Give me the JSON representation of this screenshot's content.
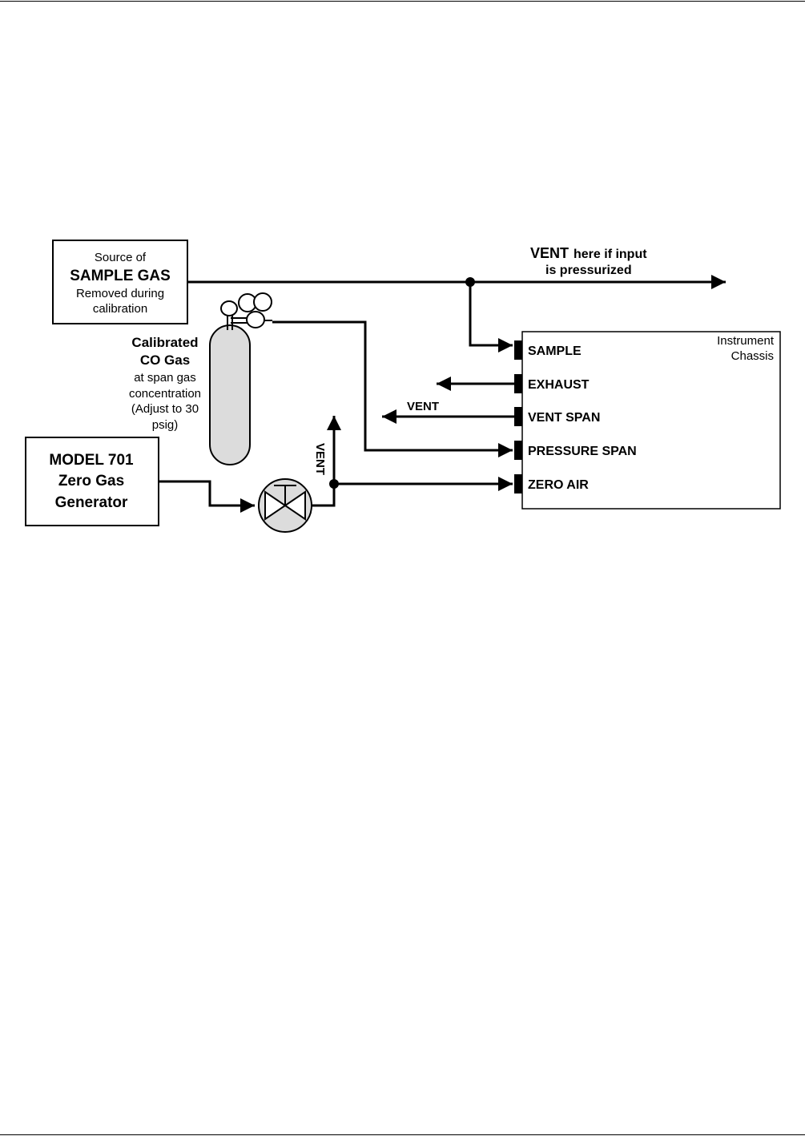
{
  "sample_gas_box": {
    "line1": "Source of",
    "line2": "SAMPLE GAS",
    "line3": "Removed during",
    "line4": "calibration"
  },
  "vent_note": {
    "vent": "VENT",
    "rest1": "here if input",
    "rest2": "is pressurized"
  },
  "cylinder_label": {
    "line1": "Calibrated",
    "line2": "CO Gas",
    "line3": "at span gas",
    "line4": "concentration",
    "line5": "(Adjust to 30",
    "line6": "psig)"
  },
  "zero_gas_box": {
    "line1": "MODEL 701",
    "line2": "Zero Gas",
    "line3": "Generator"
  },
  "valve_vent_label": "VENT",
  "vent_span_arrow_label": "VENT",
  "chassis": {
    "title_line1": "Instrument",
    "title_line2": "Chassis",
    "ports": [
      "SAMPLE",
      "EXHAUST",
      "VENT SPAN",
      "PRESSURE SPAN",
      "ZERO AIR"
    ]
  }
}
